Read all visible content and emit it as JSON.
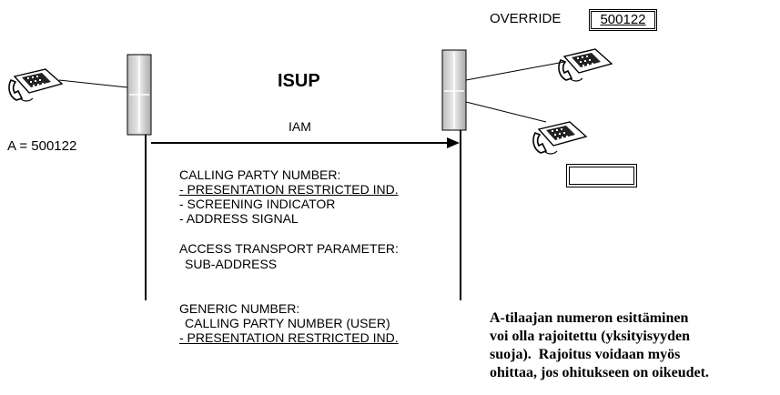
{
  "override": {
    "label": "OVERRIDE",
    "number": "500122"
  },
  "protocol": {
    "title": "ISUP",
    "message": "IAM"
  },
  "caller": {
    "label": "A = 500122"
  },
  "parameters": {
    "calling_party_header": "CALLING PARTY NUMBER:",
    "calling_party_items": [
      "- PRESENTATION RESTRICTED IND.",
      "- SCREENING INDICATOR",
      "- ADDRESS SIGNAL"
    ],
    "access_transport_header": "ACCESS TRANSPORT PARAMETER:",
    "access_transport_item": "SUB-ADDRESS",
    "generic_header": "GENERIC NUMBER:",
    "generic_items": [
      "CALLING PARTY NUMBER (USER)",
      "- PRESENTATION RESTRICTED IND."
    ]
  },
  "note": {
    "lines": [
      "A-tilaajan numeron esittäminen",
      "voi olla rajoitettu (yksityisyyden",
      "suoja).  Rajoitus voidaan myös",
      "ohittaa, jos ohitukseen on oikeudet."
    ]
  }
}
